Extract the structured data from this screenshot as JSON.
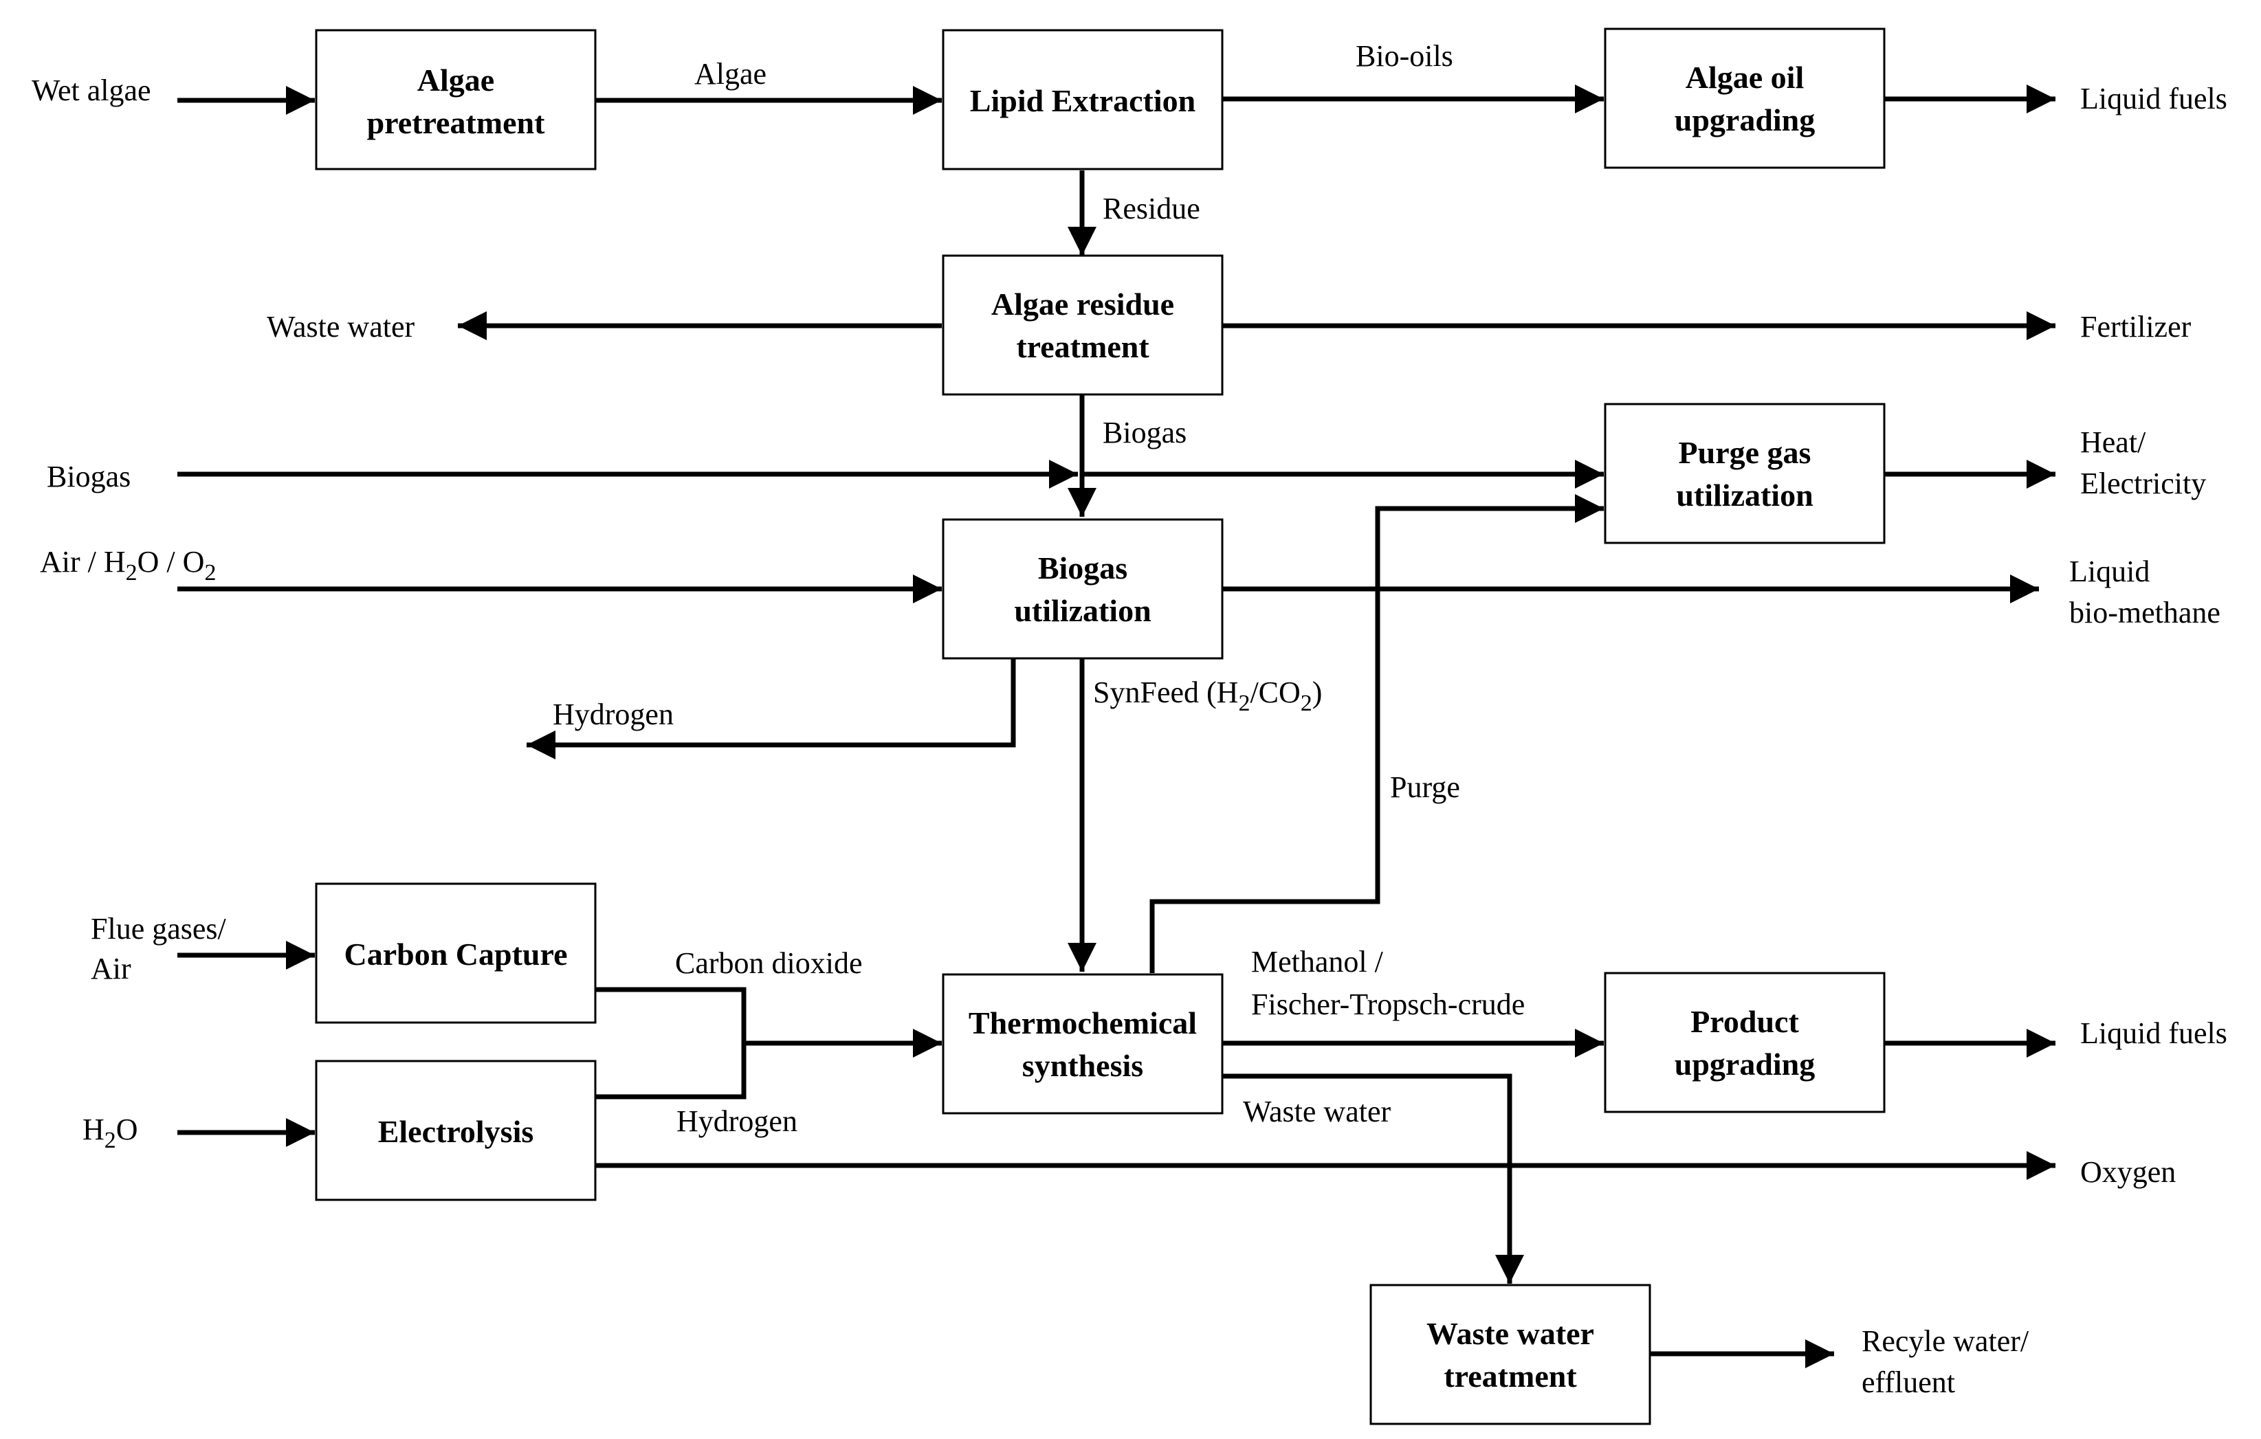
{
  "boxes": {
    "algae_pretreatment": [
      "Algae",
      "pretreatment"
    ],
    "lipid_extraction": [
      "Lipid Extraction"
    ],
    "algae_oil_upgrading": [
      "Algae oil",
      "upgrading"
    ],
    "algae_residue_treatment": [
      "Algae residue",
      "treatment"
    ],
    "purge_gas_utilization": [
      "Purge gas",
      "utilization"
    ],
    "biogas_utilization": [
      "Biogas",
      "utilization"
    ],
    "carbon_capture": [
      "Carbon Capture"
    ],
    "electrolysis": [
      "Electrolysis"
    ],
    "thermochemical_synthesis": [
      "Thermochemical",
      "synthesis"
    ],
    "product_upgrading": [
      "Product",
      "upgrading"
    ],
    "waste_water_treatment": [
      "Waste water",
      "treatment"
    ]
  },
  "labels": {
    "wet_algae": "Wet algae",
    "algae": "Algae",
    "bio_oils": "Bio-oils",
    "liquid_fuels_top": "Liquid fuels",
    "residue": "Residue",
    "waste_water_left": "Waste water",
    "fertilizer": "Fertilizer",
    "biogas_in": "Biogas",
    "biogas_mid": "Biogas",
    "heat": "Heat/",
    "electricity": "Electricity",
    "air_a": "Air / H",
    "air_sub1": "2",
    "air_b": "O / O",
    "air_sub2": "2",
    "liquid": "Liquid",
    "bio_methane": "bio-methane",
    "hydrogen_out": "Hydrogen",
    "synfeed_a": "SynFeed (H",
    "synfeed_sub1": "2",
    "synfeed_b": "/CO",
    "synfeed_sub2": "2",
    "synfeed_c": ")",
    "purge": "Purge",
    "flue_gases": "Flue gases/",
    "air": "Air",
    "carbon_dioxide": "Carbon dioxide",
    "methanol": "Methanol /",
    "fischer_tropsch": "Fischer-Tropsch-crude",
    "liquid_fuels_bottom": "Liquid fuels",
    "h2o_a": "H",
    "h2o_sub": "2",
    "h2o_b": "O",
    "hydrogen_in": "Hydrogen",
    "waste_water_mid": "Waste water",
    "oxygen": "Oxygen",
    "recycle_water": "Recyle water/",
    "effluent": "effluent"
  }
}
